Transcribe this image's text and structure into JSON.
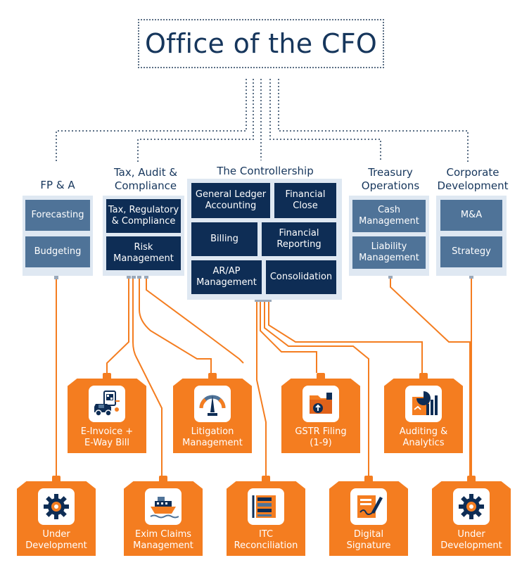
{
  "title": "Office of the CFO",
  "columns": {
    "fpa": {
      "title": "FP & A",
      "items": [
        "Forecasting",
        "Budgeting"
      ]
    },
    "tax": {
      "title_l1": "Tax, Audit &",
      "title_l2": "Compliance",
      "items": [
        {
          "l1": "Tax, Regulatory",
          "l2": "& Compliance"
        },
        {
          "l1": "Risk",
          "l2": "Management"
        }
      ]
    },
    "controllership": {
      "title": "The Controllership",
      "items": [
        {
          "l1": "General Ledger",
          "l2": "Accounting"
        },
        {
          "l1": "Financial",
          "l2": "Close"
        },
        {
          "l1": "Billing",
          "l2": ""
        },
        {
          "l1": "Financial",
          "l2": "Reporting"
        },
        {
          "l1": "AR/AP",
          "l2": "Management"
        },
        {
          "l1": "Consolidation",
          "l2": ""
        }
      ]
    },
    "treasury": {
      "title_l1": "Treasury",
      "title_l2": "Operations",
      "items": [
        {
          "l1": "Cash",
          "l2": "Management"
        },
        {
          "l1": "Liability",
          "l2": "Management"
        }
      ]
    },
    "corpdev": {
      "title_l1": "Corporate",
      "title_l2": "Development",
      "items": [
        "M&A",
        "Strategy"
      ]
    }
  },
  "modules_row1": [
    {
      "l1": "E-Invoice +",
      "l2": "E-Way Bill",
      "icon": "invoice-truck-icon"
    },
    {
      "l1": "Litigation",
      "l2": "Management",
      "icon": "gauge-icon"
    },
    {
      "l1": "GSTR Filing",
      "l2": "(1-9)",
      "icon": "folder-upload-icon"
    },
    {
      "l1": "Auditing &",
      "l2": "Analytics",
      "icon": "chart-icon"
    }
  ],
  "modules_row2": [
    {
      "l1": "Under",
      "l2": "Development",
      "icon": "gear-icon"
    },
    {
      "l1": "Exim Claims",
      "l2": "Management",
      "icon": "ship-icon"
    },
    {
      "l1": "ITC",
      "l2": "Reconciliation",
      "icon": "list-icon"
    },
    {
      "l1": "Digital",
      "l2": "Signature",
      "icon": "signature-icon"
    },
    {
      "l1": "Under",
      "l2": "Development",
      "icon": "gear-icon"
    }
  ],
  "colors": {
    "navy": "#0e2d55",
    "steel": "#4f7398",
    "panel": "#dfe8f2",
    "orange": "#f47d20",
    "title": "#16365c"
  }
}
